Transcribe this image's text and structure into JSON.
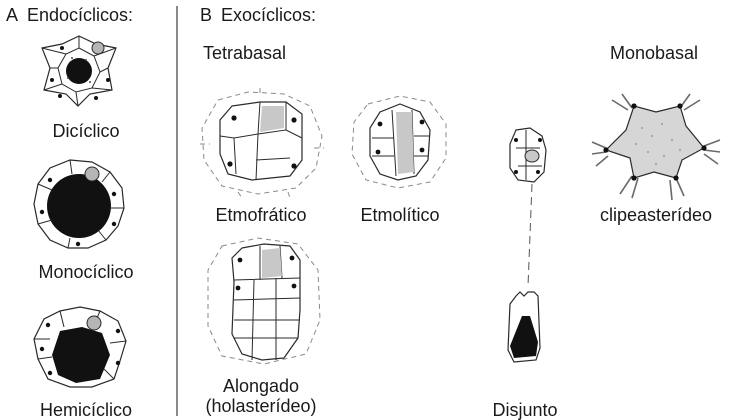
{
  "section_a": {
    "letter": "A",
    "title": "Endocíclicos:",
    "items": [
      {
        "label": "Dicíclico"
      },
      {
        "label": "Monocíclico"
      },
      {
        "label": "Hemicíclico"
      }
    ]
  },
  "section_b": {
    "letter": "B",
    "title": "Exocíclicos:",
    "groups": [
      {
        "label": "Tetrabasal"
      },
      {
        "label": "Monobasal"
      }
    ],
    "items": [
      {
        "label": "Etmofrático"
      },
      {
        "label": "Etmolítico"
      },
      {
        "label": "clipeasterídeo"
      },
      {
        "label": "Alongado"
      },
      {
        "label": "(holasterídeo)"
      },
      {
        "label": "Disjunto"
      }
    ]
  },
  "colors": {
    "text": "#1a1a1a",
    "line": "#2a2a2a",
    "fill_dark": "#111111",
    "stipple": "#9a9a9a",
    "divider": "#8a8a8a"
  }
}
